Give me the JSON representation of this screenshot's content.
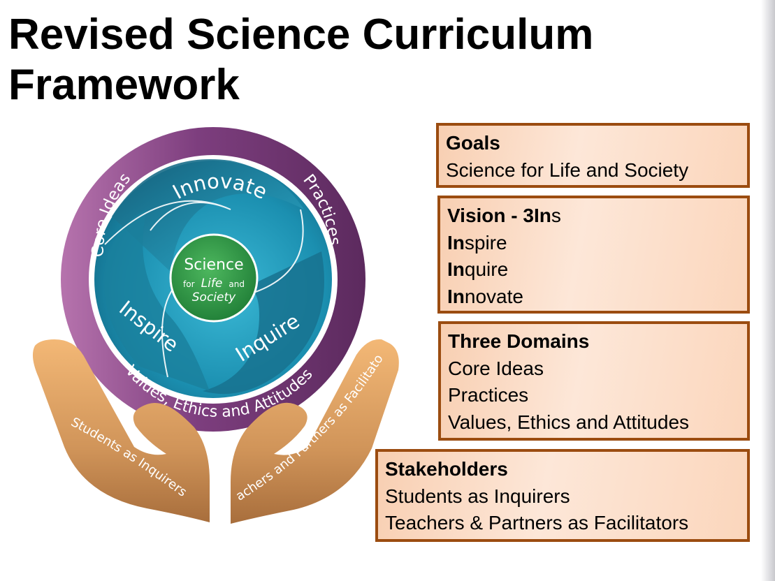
{
  "title": {
    "line1": "Revised Science Curriculum",
    "line2": "Framework"
  },
  "diagram": {
    "center": {
      "line1": "Science",
      "line2a": "for",
      "line2b": "Life",
      "line2c": "and",
      "line3": "Society"
    },
    "inner_labels": {
      "top": "Innovate",
      "left": "Inspire",
      "right": "Inquire"
    },
    "outer_labels": {
      "left": "Core Ideas",
      "right": "Practices",
      "bottom": "Values, Ethics and Attitudes"
    },
    "hands": {
      "left": "Students as Inquirers",
      "right": "Teachers and Partners as Facilitators"
    },
    "colors": {
      "outer_ring": "#7b3f7c",
      "inner_disc": "#1f93b4",
      "center": "#2f9a48",
      "hands": "#d49a5c"
    }
  },
  "goals": {
    "heading": "Goals",
    "items": [
      "Science for Life and Society"
    ]
  },
  "vision": {
    "heading_bold": "Vision - 3In",
    "heading_rest": "s",
    "items": [
      {
        "bold": "In",
        "rest": "spire"
      },
      {
        "bold": "In",
        "rest": "quire"
      },
      {
        "bold": "In",
        "rest": "novate"
      }
    ]
  },
  "domains": {
    "heading": "Three Domains",
    "items": [
      "Core Ideas",
      "Practices",
      "Values, Ethics and Attitudes"
    ]
  },
  "stakeholders": {
    "heading": "Stakeholders",
    "items": [
      "Students as Inquirers",
      "Teachers & Partners as Facilitators"
    ]
  }
}
